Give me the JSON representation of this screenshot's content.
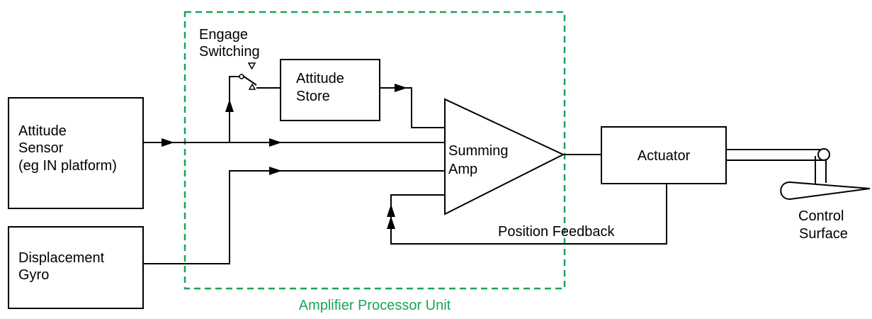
{
  "diagram": {
    "apu_label": "Amplifier Processor Unit",
    "engage_line1": "Engage",
    "engage_line2": "Switching",
    "attitude_store_line1": "Attitude",
    "attitude_store_line2": "Store",
    "attitude_sensor_line1": "Attitude",
    "attitude_sensor_line2": "Sensor",
    "attitude_sensor_line3": "(eg IN platform)",
    "displacement_line1": "Displacement",
    "displacement_line2": "Gyro",
    "summing_line1": "Summing",
    "summing_line2": "Amp",
    "actuator": "Actuator",
    "position_feedback": "Position Feedback",
    "control_line1": "Control",
    "control_line2": "Surface",
    "apu_border_color": "#1aa35a"
  }
}
